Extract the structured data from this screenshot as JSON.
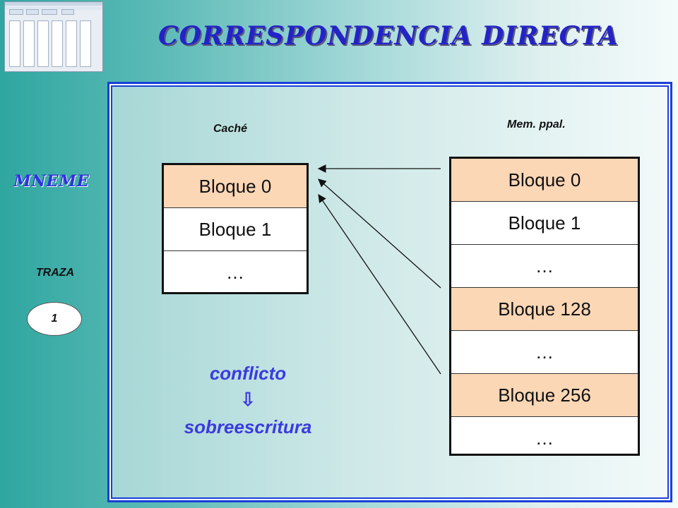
{
  "title": "CORRESPONDENCIA DIRECTA",
  "sidebar": {
    "brand": "MNEME",
    "trace_label": "TRAZA",
    "trace_number": "1"
  },
  "diagram": {
    "cache_label": "Caché",
    "memory_label": "Mem. ppal.",
    "cache_blocks": [
      "Bloque 0",
      "Bloque 1",
      "…"
    ],
    "memory_blocks": [
      "Bloque 0",
      "Bloque 1",
      "…",
      "Bloque 128",
      "…",
      "Bloque 256",
      "…"
    ],
    "highlighted_memory_blocks": [
      0,
      3,
      5
    ],
    "highlighted_cache_blocks": [
      0
    ],
    "arrows_from_memory_rows": [
      0,
      3,
      5
    ],
    "conflict_text": "conflicto",
    "implies_symbol": "⇩",
    "overwrite_text": "sobreescritura"
  },
  "colors": {
    "title": "#2323c8",
    "highlight": "#fcd7b6",
    "accent_text": "#3b3be0",
    "panel_border": "#1a3fd8"
  }
}
